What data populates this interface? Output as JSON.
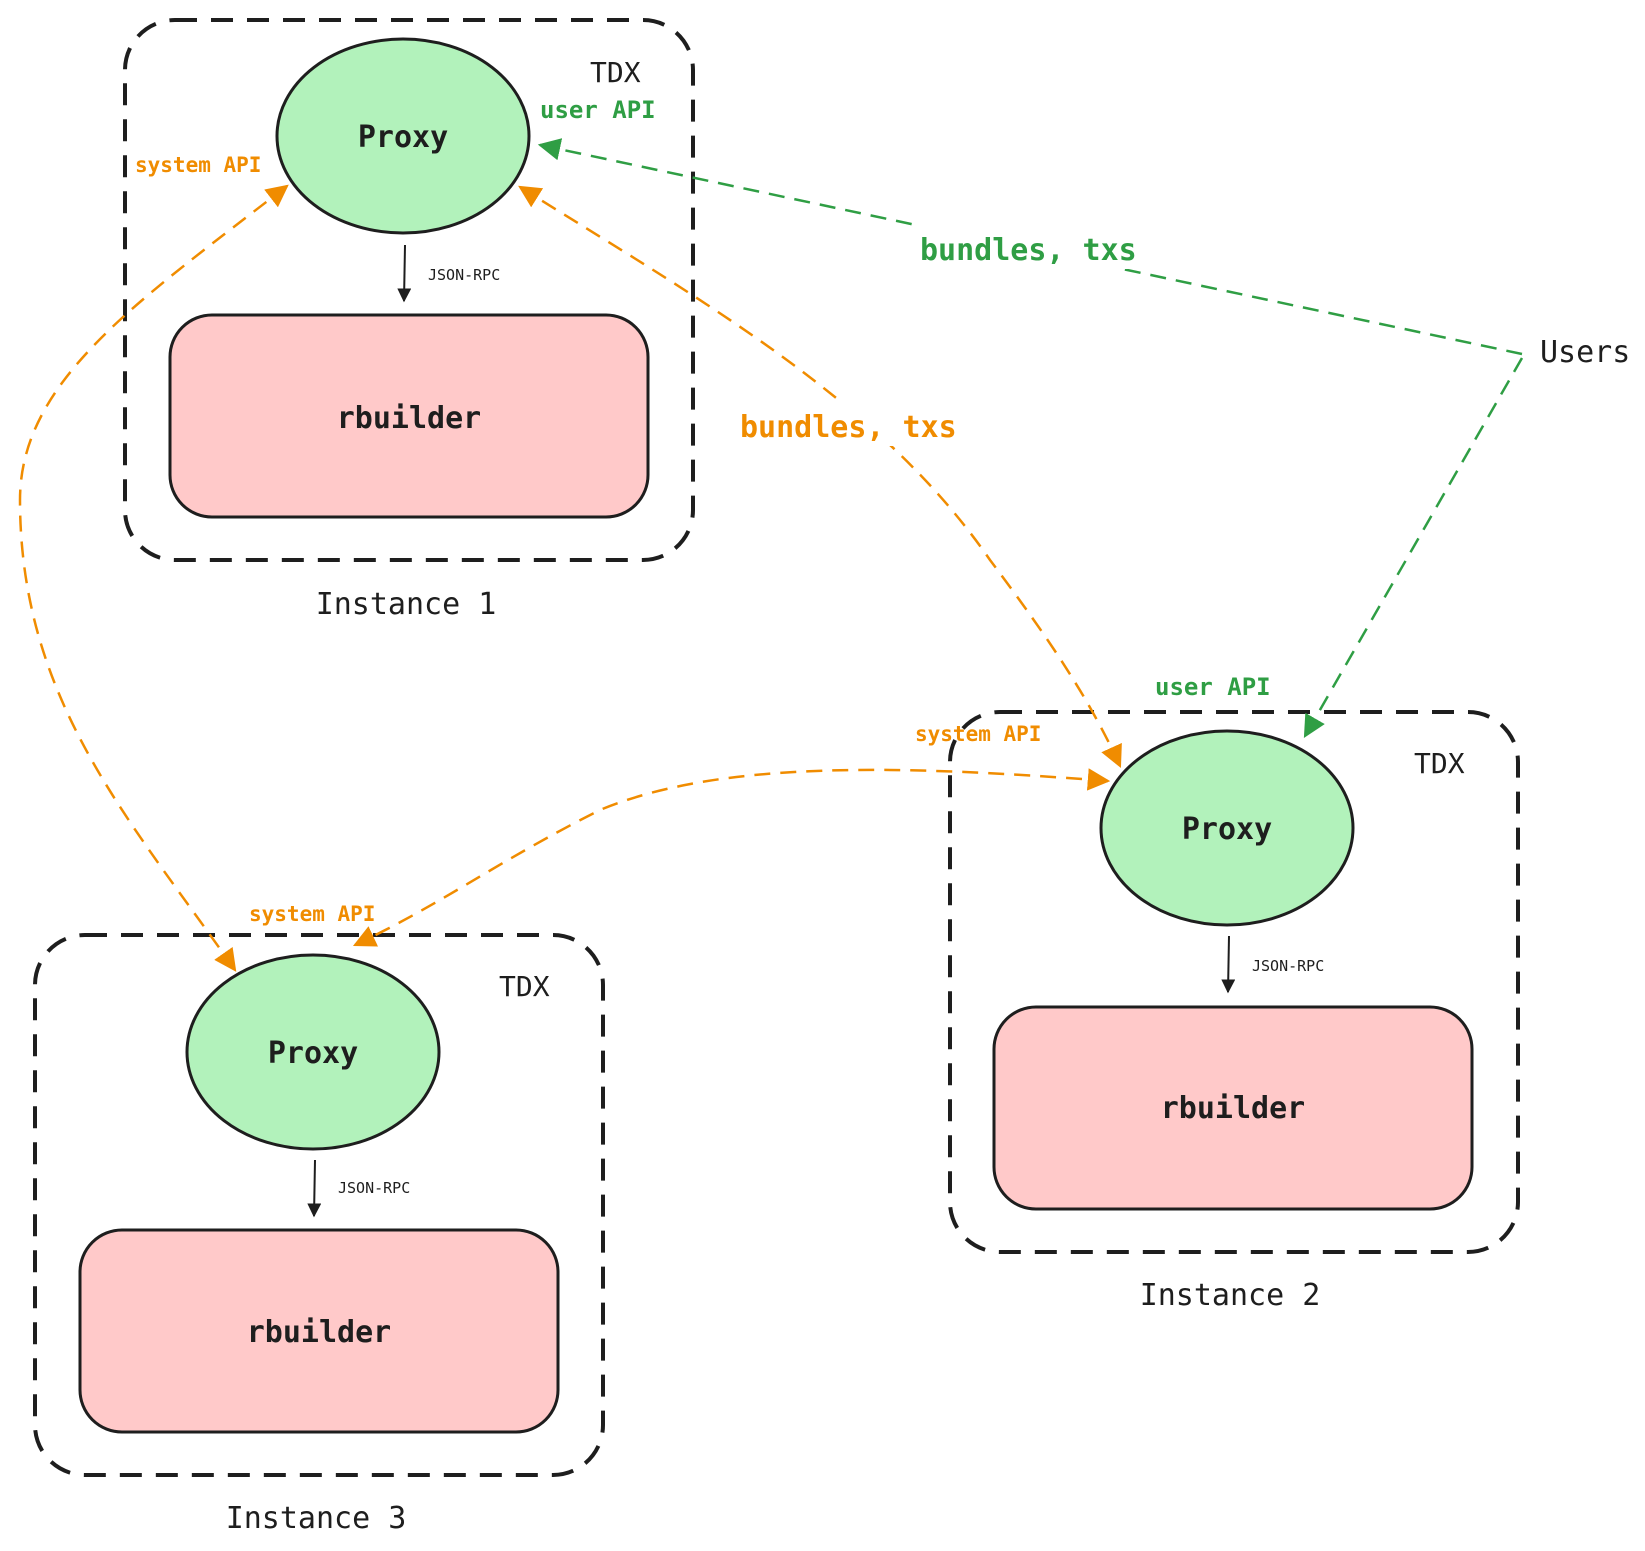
{
  "colors": {
    "proxy_fill": "#b2f2bb",
    "rbuilder_fill": "#ffc9c9",
    "stroke": "#1e1e1e",
    "system_api": "#f08c00",
    "user_api": "#2f9e44"
  },
  "instances": [
    {
      "tdx_label": "TDX",
      "proxy_label": "Proxy",
      "rbuilder_label": "rbuilder",
      "rpc_label": "JSON-RPC",
      "instance_label": "Instance 1",
      "system_api_label": "system API",
      "user_api_label": "user API"
    },
    {
      "tdx_label": "TDX",
      "proxy_label": "Proxy",
      "rbuilder_label": "rbuilder",
      "rpc_label": "JSON-RPC",
      "instance_label": "Instance 2",
      "system_api_label": "system API",
      "user_api_label": "user API"
    },
    {
      "tdx_label": "TDX",
      "proxy_label": "Proxy",
      "rbuilder_label": "rbuilder",
      "rpc_label": "JSON-RPC",
      "instance_label": "Instance 3",
      "system_api_label": "system API"
    }
  ],
  "users_label": "Users",
  "edges": {
    "user_bundles_label": "bundles, txs",
    "system_bundles_label": "bundles, txs"
  }
}
